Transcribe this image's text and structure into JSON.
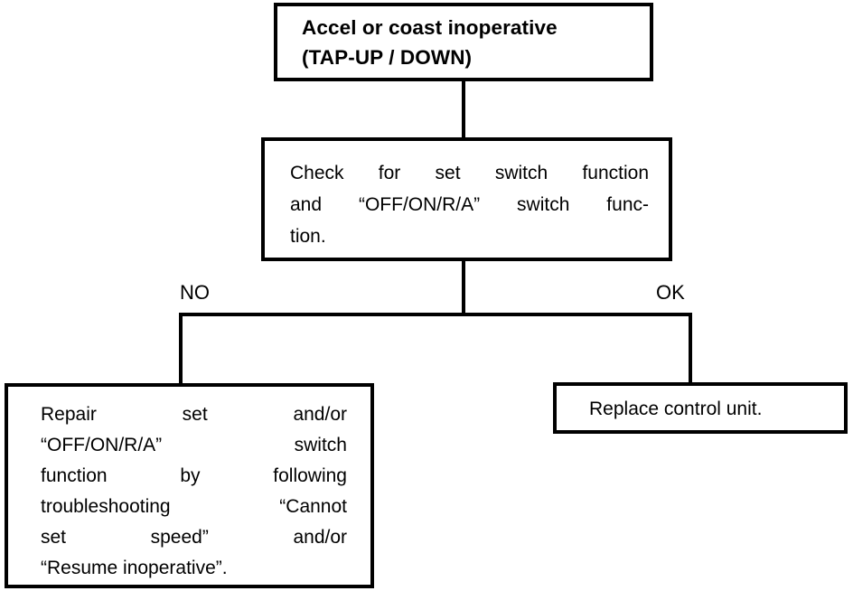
{
  "diagram": {
    "type": "flowchart",
    "title": "Accel or coast inoperative (TAP-UP / DOWN) troubleshooting",
    "line_color": "#000000",
    "background_color": "#ffffff",
    "text_color": "#000000"
  },
  "nodes": {
    "start": {
      "id": "start",
      "shape": "rectangle",
      "bold": true,
      "text": "Accel or coast inoperative\n(TAP-UP / DOWN)",
      "lines": [
        "Accel or coast inoperative",
        "(TAP-UP / DOWN)"
      ]
    },
    "check": {
      "id": "check",
      "shape": "rectangle",
      "bold": false,
      "text": "Check for set switch function and “OFF/ON/R/A” switch function.",
      "lines": [
        "Check for set switch function",
        "and “OFF/ON/R/A” switch func-",
        "tion."
      ]
    },
    "repair": {
      "id": "repair",
      "shape": "rectangle",
      "bold": false,
      "text": "Repair set and/or “OFF/ON/R/A” switch function by following troubleshooting “Cannot set speed” and/or “Resume inoperative”.",
      "lines": [
        "Repair set and/or",
        "“OFF/ON/R/A” switch",
        "function by following",
        "troubleshooting “Cannot",
        "set speed” and/or",
        "“Resume inoperative”."
      ]
    },
    "replace": {
      "id": "replace",
      "shape": "rectangle",
      "bold": false,
      "text": "Replace control unit.",
      "lines": [
        "Replace control unit."
      ]
    }
  },
  "branch_labels": {
    "no": "NO",
    "ok": "OK"
  },
  "edges": [
    {
      "from": "start",
      "to": "check",
      "label": ""
    },
    {
      "from": "check",
      "to": "repair",
      "label": "NO"
    },
    {
      "from": "check",
      "to": "replace",
      "label": "OK"
    }
  ]
}
